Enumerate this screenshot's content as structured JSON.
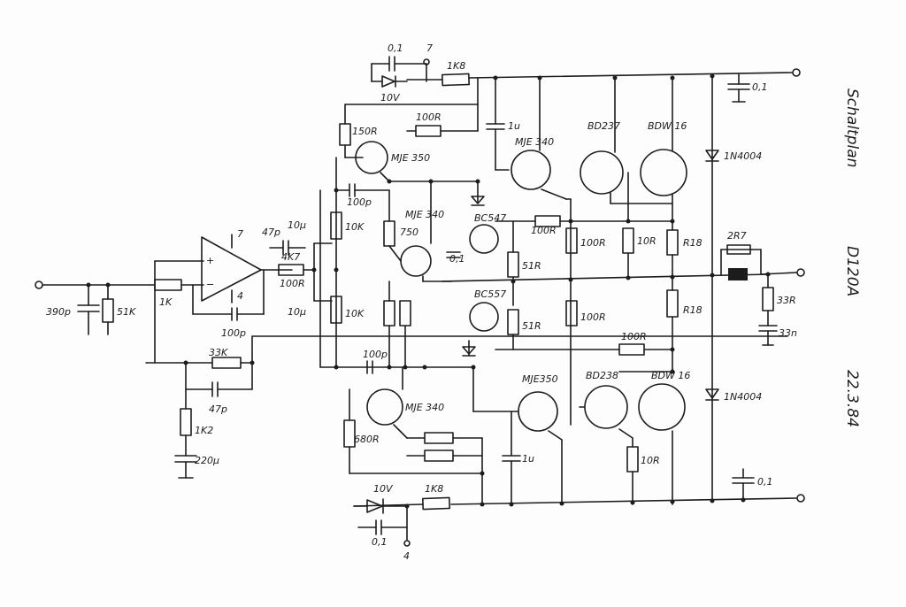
{
  "sheet": {
    "title": "Schaltplan",
    "model": "D120A",
    "date": "22.3.84"
  },
  "labels": {
    "c_01_top": "0,1",
    "pin_7": "7",
    "zener_top": "10V",
    "r_1k8_top": "1K8",
    "c_01_right_top": "0,1",
    "r_150r": "150R",
    "r_100r_top": "100R",
    "q_mje350_top": "MJE 350",
    "c_1u_top": "1u",
    "q_mje340_top": "MJE 340",
    "q_bd237": "BD237",
    "q_bdw16_top": "BDW 16",
    "d_1n4004_top": "1N4004",
    "c_100p_a": "100p",
    "c_10u_a": "10µ",
    "r_10k_a": "10K",
    "q_mje340_mid": "MJE 340",
    "r_750": "750",
    "c_01_mid": "0,1",
    "q_bc547": "BC547",
    "r_100r_b": "100R",
    "r_51r_a": "51R",
    "r_100r_c": "100R",
    "r_10r_a": "10R",
    "r_r18_a": "R18",
    "r_2r7": "2R7",
    "c_47p": "47p",
    "r_4k7": "4K7",
    "r_100r_d": "100R",
    "pin_7b": "7",
    "pin_4a": "4",
    "c_390p": "390p",
    "r_51k": "51K",
    "r_1k": "1K",
    "c_10u_b": "10µ",
    "r_10k_b": "10K",
    "c_100p_b": "100p",
    "q_bc557": "BC557",
    "r_51r_b": "51R",
    "r_100r_e": "100R",
    "r_r18_b": "R18",
    "r_33r": "33R",
    "c_33n": "33n",
    "r_100r_f": "100R",
    "r_33k": "33K",
    "c_100p_c": "100p",
    "c_47p_b": "47p",
    "q_mje340_bot": "MJE 340",
    "q_mje350_bot": "MJE350",
    "q_bd238": "BD238",
    "q_bdw16_bot": "BDW 16",
    "d_1n4004_bot": "1N4004",
    "r_1k2": "1K2",
    "r_680r": "680R",
    "c_1u_bot": "1u",
    "r_10r_b": "10R",
    "c_220u": "220µ",
    "c_01_right_bot": "0,1",
    "zener_bot": "10V",
    "r_1k8_bot": "1K8",
    "c_01_bot": "0,1",
    "pin_4b": "4"
  }
}
